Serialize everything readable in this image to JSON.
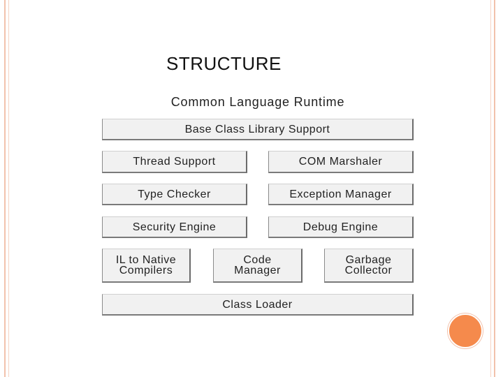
{
  "slide": {
    "title": "STRUCTURE"
  },
  "diagram": {
    "title": "Common Language Runtime",
    "base_class_library": "Base Class Library Support",
    "thread_support": "Thread Support",
    "com_marshaler": "COM Marshaler",
    "type_checker": "Type Checker",
    "exception_manager": "Exception Manager",
    "security_engine": "Security Engine",
    "debug_engine": "Debug Engine",
    "il_to_native": "IL to Native\nCompilers",
    "code_manager": "Code\nManager",
    "garbage_collector": "Garbage\nCollector",
    "class_loader": "Class Loader"
  },
  "colors": {
    "border_accent": "#f2c2ac",
    "circle_accent": "#f58a4c",
    "box_fill": "#f1f1f1"
  }
}
